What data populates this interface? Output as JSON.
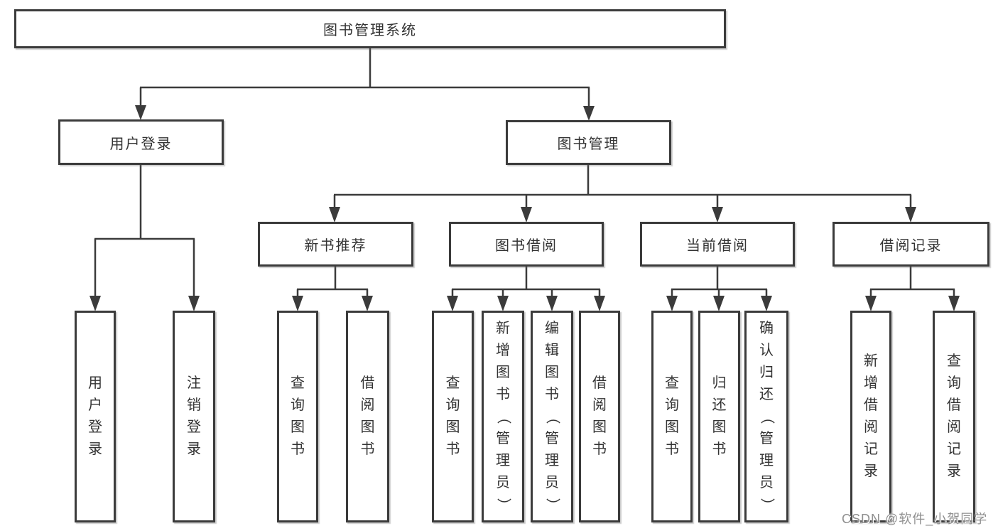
{
  "diagram": {
    "root": {
      "label": "图书管理系统"
    },
    "user_branch": {
      "label": "用户登录",
      "children": [
        {
          "label": "用户登录"
        },
        {
          "label": "注销登录"
        }
      ]
    },
    "book_branch": {
      "label": "图书管理",
      "sections": [
        {
          "label": "新书推荐",
          "children": [
            {
              "label": "查询图书"
            },
            {
              "label": "借阅图书"
            }
          ]
        },
        {
          "label": "图书借阅",
          "children": [
            {
              "label": "查询图书"
            },
            {
              "label": "新增图书（管理员）"
            },
            {
              "label": "编辑图书（管理员）"
            },
            {
              "label": "借阅图书"
            }
          ]
        },
        {
          "label": "当前借阅",
          "children": [
            {
              "label": "查询图书"
            },
            {
              "label": "归还图书"
            },
            {
              "label": "确认归还（管理员）"
            }
          ]
        },
        {
          "label": "借阅记录",
          "children": [
            {
              "label": "新增借阅记录"
            },
            {
              "label": "查询借阅记录"
            }
          ]
        }
      ]
    },
    "watermark": {
      "text": "CSDN @软件_小贺同学"
    },
    "colors": {
      "border": "#3b3b3b",
      "line": "#3b3b3b",
      "text": "#333333",
      "watermark": "#8f8f8f",
      "background": "#ffffff"
    }
  }
}
